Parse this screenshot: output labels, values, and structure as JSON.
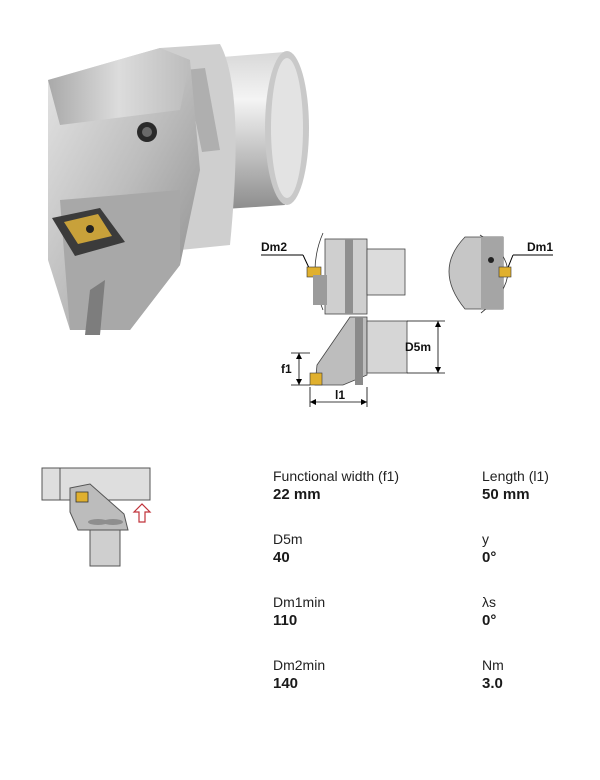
{
  "drawing_labels": {
    "dm2": "Dm2",
    "dm1": "Dm1",
    "d5m": "D5m",
    "f1": "f1",
    "l1": "l1"
  },
  "specs": [
    {
      "label": "Functional width (f1)",
      "value": "22 mm"
    },
    {
      "label": "Length (l1)",
      "value": "50 mm"
    },
    {
      "label": "D5m",
      "value": "40"
    },
    {
      "label": "y",
      "value": "0°"
    },
    {
      "label": "Dm1min",
      "value": "110"
    },
    {
      "label": "λs",
      "value": "0°"
    },
    {
      "label": "Dm2min",
      "value": "140"
    },
    {
      "label": "Nm",
      "value": "3.0"
    }
  ]
}
